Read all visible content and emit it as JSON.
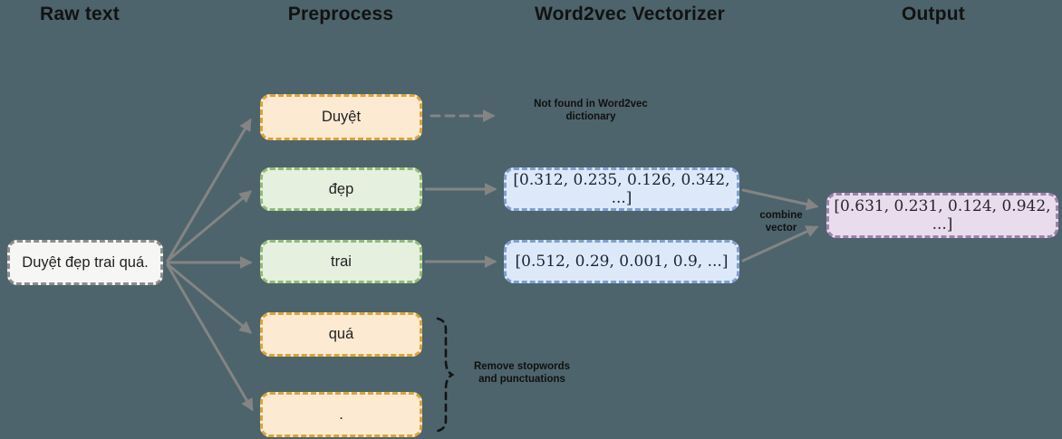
{
  "headers": {
    "raw_text": "Raw text",
    "preprocess": "Preprocess",
    "word2vec": "Word2vec Vectorizer",
    "output": "Output"
  },
  "raw_text_node": {
    "label": "Duyệt đẹp trai quá."
  },
  "token_nodes": [
    {
      "label": "Duyệt",
      "category": "not-found-in-dictionary"
    },
    {
      "label": "đẹp",
      "category": "kept-word"
    },
    {
      "label": "trai",
      "category": "kept-word"
    },
    {
      "label": "quá",
      "category": "removed-stopword"
    },
    {
      "label": ".",
      "category": "removed-punctuation"
    }
  ],
  "vector_nodes": [
    {
      "label": "[0.312, 0.235, 0.126, 0.342, ...]"
    },
    {
      "label": "[0.512, 0.29, 0.001, 0.9, ...]"
    }
  ],
  "output_node": {
    "label": "[0.631, 0.231, 0.124, 0.942, ...]"
  },
  "annotations": {
    "not_found": [
      "Not found in Word2vec",
      "dictionary"
    ],
    "combine_vector": [
      "combine",
      "vector"
    ],
    "remove_stopwords": [
      "Remove stopwords",
      "and punctuations"
    ]
  },
  "colors": {
    "background": "#4d646c",
    "raw_fill": "#f6f6f5",
    "raw_border": "#8d8d8d",
    "token_orange_fill": "#fcead3",
    "token_orange_border": "#dda433",
    "token_green_fill": "#e6f0de",
    "token_green_border": "#90bb74",
    "vector_blue_fill": "#dde9f9",
    "vector_blue_border": "#7f9fd1",
    "output_purple_fill": "#e9dcec",
    "output_purple_border": "#9d82ae",
    "arrow_gray": "#848484",
    "label_text": "#101010"
  }
}
